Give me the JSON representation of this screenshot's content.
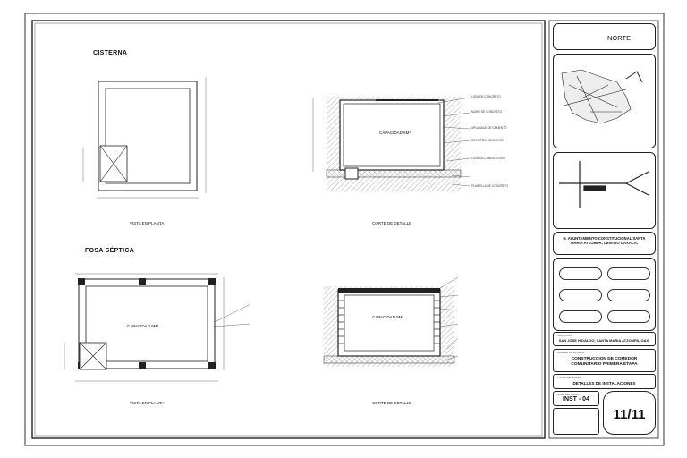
{
  "cisterna": {
    "title": "CISTERNA",
    "plan_caption": "VISTA EN PLANTA",
    "section_caption": "CORTE DE DETALLE",
    "capacity": "CAPACIDAD 6M³",
    "notes": [
      "LOSA DE CONCRETO",
      "MURO DE CONCRETO",
      "APLANADO DE CEMENTO",
      "REGISTRO CONCRETO",
      "LOSA DE CIMENTACION",
      "PLANTILLA DE CONCRETO"
    ]
  },
  "fosa": {
    "title": "FOSA SÉPTICA",
    "plan_caption": "VISTA EN PLANTA",
    "section_caption": "CORTE DE DETALLE",
    "capacity_plan": "CAPACIDAD 9M³",
    "capacity_section": "CAPACIDAD 9M³"
  },
  "title_block": {
    "north": "NORTE",
    "client": "H. AYUNTAMIENTO CONSTITUCIONAL SANTA MARIA ATZOMPA, CENTRO OAXACA.",
    "location_label": "UBICACION:",
    "location": "SAN JOSE HIDALGO, SANTA MARIA ATZOMPA, OAX.",
    "project_label": "NOMBRE DE LA OBRA:",
    "project": "CONSTRUCCION DE COMEDOR COMUNITARIO PRIMERA ETAPA",
    "plan_title_label": "TITULO DEL PLANO:",
    "plan_title": "DETALLES DE INSTALACIONES",
    "plan_key_label": "CLAVE DEL PLANO:",
    "plan_key": "INST - 04",
    "sheet_number": "11/11"
  },
  "colors": {
    "line": "#222222",
    "hatch": "#666666",
    "frame": "#333333"
  }
}
